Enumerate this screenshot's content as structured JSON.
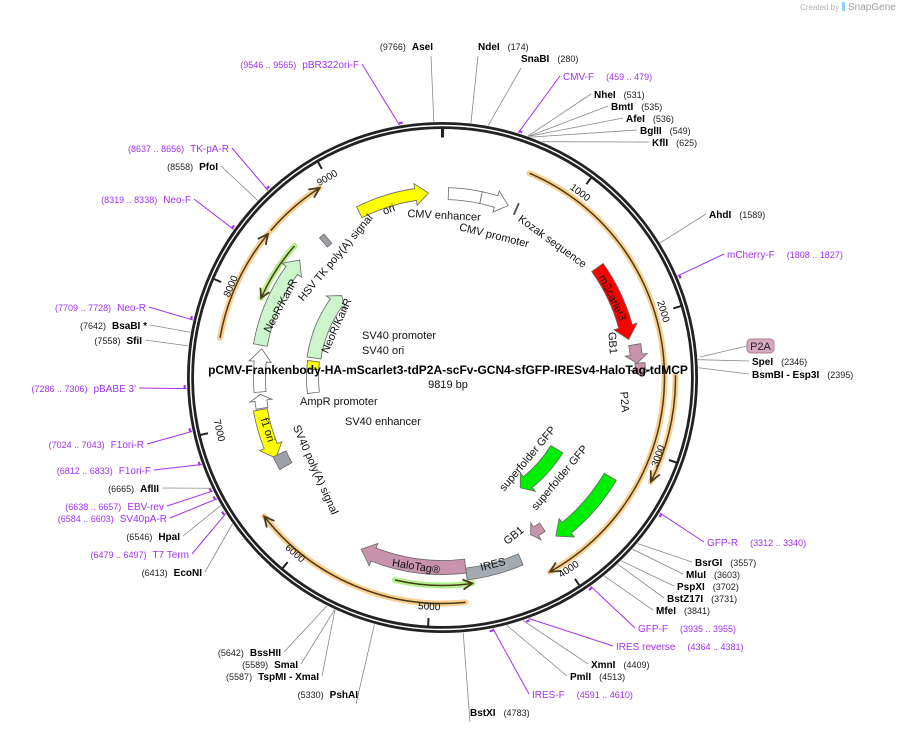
{
  "credit": {
    "prefix": "Created by",
    "brand": "SnapGene"
  },
  "map": {
    "name": "pCMV-Frankenbody-HA-mScarlet3-tdP2A-scFv-GCN4-sfGFP-IRESv4-HaloTag-tdMCP",
    "length_label": "9819 bp",
    "length": 9819,
    "ticks": [
      1000,
      2000,
      3000,
      4000,
      5000,
      6000,
      7000,
      8000,
      9000
    ]
  },
  "sites": [
    {
      "name": "AseI",
      "pos": "(9766)",
      "bp": 9766,
      "type": "enzyme"
    },
    {
      "name": "NdeI",
      "pos": "(174)",
      "bp": 174,
      "type": "enzyme"
    },
    {
      "name": "SnaBI",
      "pos": "(280)",
      "bp": 280,
      "type": "enzyme"
    },
    {
      "name": "CMV-F",
      "pos": "(459 .. 479)",
      "bp": 469,
      "type": "primer"
    },
    {
      "name": "NheI",
      "pos": "(531)",
      "bp": 531,
      "type": "enzyme"
    },
    {
      "name": "BmtI",
      "pos": "(535)",
      "bp": 535,
      "type": "enzyme"
    },
    {
      "name": "AfeI",
      "pos": "(536)",
      "bp": 536,
      "type": "enzyme"
    },
    {
      "name": "BglII",
      "pos": "(549)",
      "bp": 549,
      "type": "enzyme"
    },
    {
      "name": "KflI",
      "pos": "(625)",
      "bp": 625,
      "type": "enzyme"
    },
    {
      "name": "AhdI",
      "pos": "(1589)",
      "bp": 1589,
      "type": "enzyme"
    },
    {
      "name": "mCherry-F",
      "pos": "(1808 .. 1827)",
      "bp": 1817,
      "type": "primer"
    },
    {
      "name": "SpeI",
      "pos": "(2346)",
      "bp": 2346,
      "type": "enzyme"
    },
    {
      "name": "BsmBI   - Esp3I",
      "pos": "(2395)",
      "bp": 2395,
      "type": "enzyme"
    },
    {
      "name": "GFP-R",
      "pos": "(3312 .. 3340)",
      "bp": 3326,
      "type": "primer"
    },
    {
      "name": "BsrGI",
      "pos": "(3557)",
      "bp": 3557,
      "type": "enzyme"
    },
    {
      "name": "MluI",
      "pos": "(3603)",
      "bp": 3603,
      "type": "enzyme"
    },
    {
      "name": "PspXI",
      "pos": "(3702)",
      "bp": 3702,
      "type": "enzyme"
    },
    {
      "name": "BstZ17I",
      "pos": "(3731)",
      "bp": 3731,
      "type": "enzyme"
    },
    {
      "name": "MfeI",
      "pos": "(3841)",
      "bp": 3841,
      "type": "enzyme"
    },
    {
      "name": "GFP-F",
      "pos": "(3935 .. 3955)",
      "bp": 3945,
      "type": "primer"
    },
    {
      "name": "IRES reverse",
      "pos": "(4364 .. 4381)",
      "bp": 4372,
      "type": "primer"
    },
    {
      "name": "XmnI",
      "pos": "(4409)",
      "bp": 4409,
      "type": "enzyme"
    },
    {
      "name": "PmlI",
      "pos": "(4513)",
      "bp": 4513,
      "type": "enzyme"
    },
    {
      "name": "IRES-F",
      "pos": "(4591 .. 4610)",
      "bp": 4600,
      "type": "primer"
    },
    {
      "name": "BstXI",
      "pos": "(4783)",
      "bp": 4783,
      "type": "enzyme"
    },
    {
      "name": "PshAI",
      "pos": "(5330)",
      "bp": 5330,
      "type": "enzyme"
    },
    {
      "name": "TspMI   - XmaI",
      "pos": "(5587)",
      "bp": 5587,
      "type": "enzyme"
    },
    {
      "name": "SmaI",
      "pos": "(5589)",
      "bp": 5589,
      "type": "enzyme"
    },
    {
      "name": "BssHII",
      "pos": "(5642)",
      "bp": 5642,
      "type": "enzyme"
    },
    {
      "name": "EcoNI",
      "pos": "(6413)",
      "bp": 6413,
      "type": "enzyme"
    },
    {
      "name": "T7 Term",
      "pos": "(6479 .. 6497)",
      "bp": 6488,
      "type": "primer"
    },
    {
      "name": "HpaI",
      "pos": "(6546)",
      "bp": 6546,
      "type": "enzyme"
    },
    {
      "name": "SV40pA-R",
      "pos": "(6584 .. 6603)",
      "bp": 6593,
      "type": "primer"
    },
    {
      "name": "EBV-rev",
      "pos": "(6638 .. 6657)",
      "bp": 6647,
      "type": "primer"
    },
    {
      "name": "AflII",
      "pos": "(6665)",
      "bp": 6665,
      "type": "enzyme"
    },
    {
      "name": "F1ori-F",
      "pos": "(6812 .. 6833)",
      "bp": 6822,
      "type": "primer"
    },
    {
      "name": "F1ori-R",
      "pos": "(7024 .. 7043)",
      "bp": 7033,
      "type": "primer"
    },
    {
      "name": "pBABE 3'",
      "pos": "(7286 .. 7306)",
      "bp": 7296,
      "type": "primer"
    },
    {
      "name": "SfiI",
      "pos": "(7558)",
      "bp": 7558,
      "type": "enzyme"
    },
    {
      "name": "BsaBI  *",
      "pos": "(7642)",
      "bp": 7642,
      "type": "enzyme"
    },
    {
      "name": "Neo-R",
      "pos": "(7709 .. 7728)",
      "bp": 7718,
      "type": "primer"
    },
    {
      "name": "Neo-F",
      "pos": "(8319 .. 8338)",
      "bp": 8328,
      "type": "primer"
    },
    {
      "name": "PfoI",
      "pos": "(8558)",
      "bp": 8558,
      "type": "enzyme"
    },
    {
      "name": "TK-pA-R",
      "pos": "(8637 .. 8656)",
      "bp": 8646,
      "type": "primer"
    },
    {
      "name": "pBR322ori-F",
      "pos": "(9546 .. 9565)",
      "bp": 9555,
      "type": "primer"
    }
  ],
  "p2a_badge": {
    "label": "P2A",
    "color": "#d7a9c0"
  },
  "features": [
    {
      "name": "ori",
      "start": 9090,
      "end": 9700,
      "dir": 1,
      "color": "#ffff00",
      "kind": "arrow"
    },
    {
      "name": "CMV enhancer",
      "start": 50,
      "end": 330,
      "dir": 0,
      "color": "#ffffff",
      "kind": "box"
    },
    {
      "name": "CMV promoter",
      "start": 330,
      "end": 570,
      "dir": 1,
      "color": "#ffffff",
      "kind": "arrow"
    },
    {
      "name": "Kozak sequence",
      "start": 640,
      "end": 650,
      "dir": 0,
      "color": "#333333",
      "kind": "box"
    },
    {
      "name": "mScarlet3",
      "start": 1490,
      "end": 2140,
      "dir": 1,
      "color": "#ff0000",
      "kind": "arrow"
    },
    {
      "name": "GB1",
      "start": 2190,
      "end": 2340,
      "dir": 1,
      "color": "#c993ad",
      "kind": "arrow"
    },
    {
      "name": "P2A",
      "start": 2340,
      "end": 2440,
      "dir": 1,
      "color": "#c993ad",
      "kind": "arrow"
    },
    {
      "name": "superfolder GFP",
      "start": 3330,
      "end": 3950,
      "dir": 1,
      "color": "#00ee00",
      "kind": "arrow"
    },
    {
      "name": "superfolder GFP",
      "start": 3290,
      "end": 3940,
      "dir": 1,
      "color": "#00ee00",
      "kind": "arrow"
    },
    {
      "name": "GB1",
      "start": 3990,
      "end": 4110,
      "dir": 1,
      "color": "#c993ad",
      "kind": "arrow"
    },
    {
      "name": "IRES",
      "start": 4275,
      "end": 4720,
      "dir": 0,
      "color": "#a4aab2",
      "kind": "box"
    },
    {
      "name": "HaloTag®",
      "start": 4720,
      "end": 5600,
      "dir": 1,
      "color": "#c993ad",
      "kind": "arrow"
    },
    {
      "name": "f1 ori",
      "start": 6660,
      "end": 7090,
      "dir": -1,
      "color": "#ffff00",
      "kind": "arrow"
    },
    {
      "name": "SV40 poly(A) signal",
      "start": 6560,
      "end": 6680,
      "dir": 0,
      "color": "#9aa0a6",
      "kind": "box"
    },
    {
      "name": "AmpR promoter",
      "start": 7100,
      "end": 7220,
      "dir": 1,
      "color": "#ffffff",
      "kind": "arrow"
    },
    {
      "name": "SV40 promoter",
      "start": 7240,
      "end": 7610,
      "dir": 1,
      "color": "#ffffff",
      "kind": "arrow"
    },
    {
      "name": "NeoR/KanR",
      "start": 7640,
      "end": 8440,
      "dir": 1,
      "color": "#ccf5cc",
      "kind": "arrow"
    },
    {
      "name": "SV40 ori",
      "start": 7460,
      "end": 7560,
      "dir": 0,
      "color": "#ffff00",
      "kind": "box"
    },
    {
      "name": "SV40 enhancer",
      "start": 7180,
      "end": 7460,
      "dir": 0,
      "color": "#ffffff",
      "kind": "box"
    },
    {
      "name": "NeoR/KanR",
      "start": 7600,
      "end": 8430,
      "dir": 1,
      "color": "#ccf5cc",
      "kind": "arrow"
    },
    {
      "name": "HSV TK poly(A) signal",
      "start": 8690,
      "end": 8740,
      "dir": 0,
      "color": "#9aa0a6",
      "kind": "box"
    }
  ],
  "orfs": [
    {
      "start": 630,
      "end": 4120,
      "dir": 1,
      "color": "#f9c77a"
    },
    {
      "start": 2440,
      "end": 3180,
      "dir": 1,
      "color": "#f9c77a"
    },
    {
      "start": 4750,
      "end": 6330,
      "dir": 1,
      "color": "#f9c77a"
    },
    {
      "start": 7640,
      "end": 8440,
      "dir": 1,
      "color": "#f9c77a"
    },
    {
      "start": 8470,
      "end": 8920,
      "dir": 1,
      "color": "#f9c77a"
    },
    {
      "start": 8010,
      "end": 8500,
      "dir": -1,
      "color": "#a6ee7a"
    },
    {
      "start": 4685,
      "end": 5270,
      "dir": -1,
      "color": "#a6ee7a"
    }
  ],
  "colors": {
    "primer": "#a231f0",
    "backbone": "#222222"
  }
}
